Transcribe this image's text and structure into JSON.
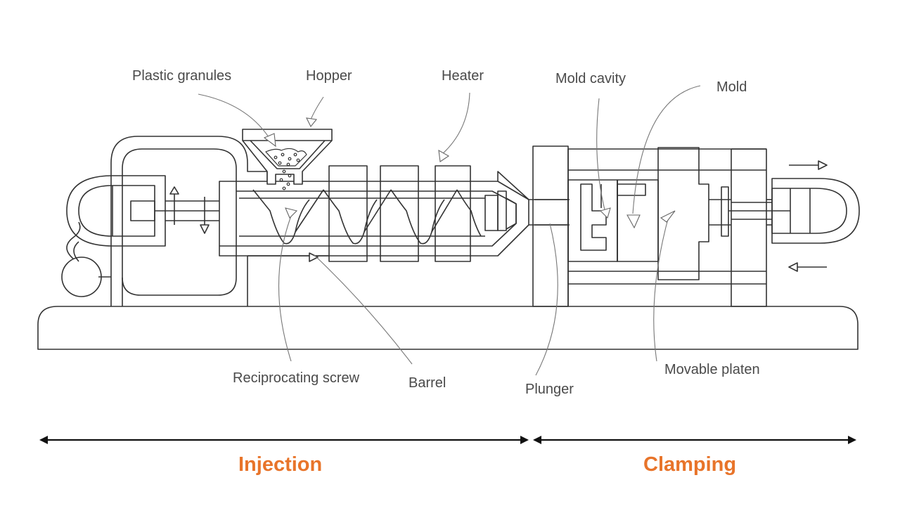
{
  "labels": {
    "plastic_granules": "Plastic granules",
    "hopper": "Hopper",
    "heater": "Heater",
    "mold_cavity": "Mold cavity",
    "mold": "Mold",
    "reciprocating_screw": "Reciprocating screw",
    "barrel": "Barrel",
    "plunger": "Plunger",
    "movable_platen": "Movable platen"
  },
  "sections": {
    "injection": "Injection",
    "clamping": "Clamping"
  },
  "colors": {
    "line": "#333333",
    "leader": "#777777",
    "accent": "#e8742a",
    "text": "#4a4a4a"
  }
}
